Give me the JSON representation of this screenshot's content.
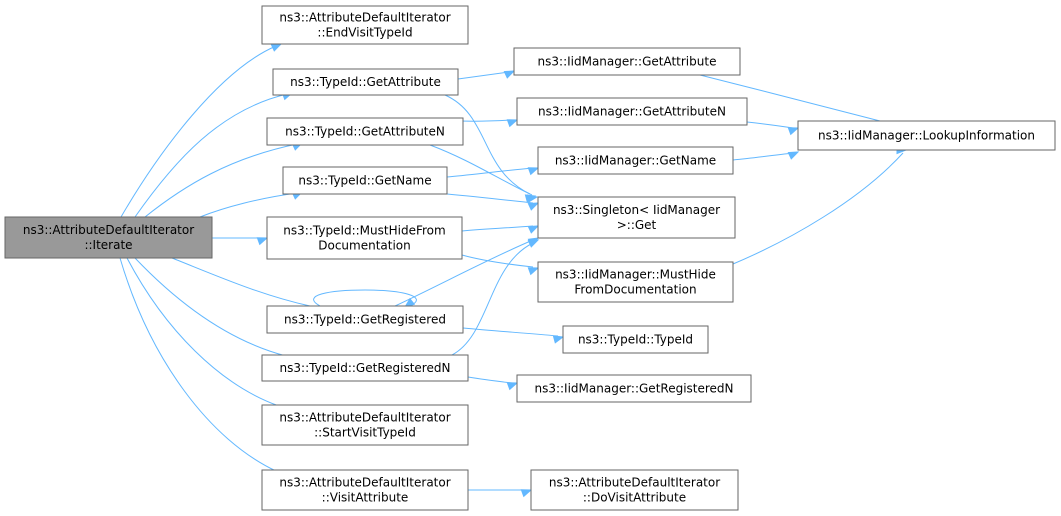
{
  "graph": {
    "nodes": [
      {
        "id": "root",
        "lines": [
          "ns3::AttributeDefaultIterator",
          "::Iterate"
        ],
        "root": true
      },
      {
        "id": "endVisitTypeId",
        "lines": [
          "ns3::AttributeDefaultIterator",
          "::EndVisitTypeId"
        ]
      },
      {
        "id": "getAttribute",
        "lines": [
          "ns3::TypeId::GetAttribute"
        ]
      },
      {
        "id": "getAttributeN",
        "lines": [
          "ns3::TypeId::GetAttributeN"
        ]
      },
      {
        "id": "getName",
        "lines": [
          "ns3::TypeId::GetName"
        ]
      },
      {
        "id": "mustHide",
        "lines": [
          "ns3::TypeId::MustHideFrom",
          "Documentation"
        ]
      },
      {
        "id": "getRegistered",
        "lines": [
          "ns3::TypeId::GetRegistered"
        ]
      },
      {
        "id": "getRegisteredN",
        "lines": [
          "ns3::TypeId::GetRegisteredN"
        ]
      },
      {
        "id": "startVisitTypeId",
        "lines": [
          "ns3::AttributeDefaultIterator",
          "::StartVisitTypeId"
        ]
      },
      {
        "id": "visitAttribute",
        "lines": [
          "ns3::AttributeDefaultIterator",
          "::VisitAttribute"
        ]
      },
      {
        "id": "iidGetAttribute",
        "lines": [
          "ns3::IidManager::GetAttribute"
        ]
      },
      {
        "id": "iidGetAttributeN",
        "lines": [
          "ns3::IidManager::GetAttributeN"
        ]
      },
      {
        "id": "iidGetName",
        "lines": [
          "ns3::IidManager::GetName"
        ]
      },
      {
        "id": "singletonGet",
        "lines": [
          "ns3::Singleton< IidManager",
          ">::Get"
        ]
      },
      {
        "id": "iidMustHide",
        "lines": [
          "ns3::IidManager::MustHide",
          "FromDocumentation"
        ]
      },
      {
        "id": "typeIdCtor",
        "lines": [
          "ns3::TypeId::TypeId"
        ]
      },
      {
        "id": "iidGetRegisteredN",
        "lines": [
          "ns3::IidManager::GetRegisteredN"
        ]
      },
      {
        "id": "doVisitAttribute",
        "lines": [
          "ns3::AttributeDefaultIterator",
          "::DoVisitAttribute"
        ]
      },
      {
        "id": "lookupInformation",
        "lines": [
          "ns3::IidManager::LookupInformation"
        ]
      }
    ],
    "edges": [
      [
        "root",
        "endVisitTypeId"
      ],
      [
        "root",
        "getAttribute"
      ],
      [
        "root",
        "getAttributeN"
      ],
      [
        "root",
        "getName"
      ],
      [
        "root",
        "mustHide"
      ],
      [
        "root",
        "getRegistered"
      ],
      [
        "root",
        "getRegisteredN"
      ],
      [
        "root",
        "startVisitTypeId"
      ],
      [
        "root",
        "visitAttribute"
      ],
      [
        "getAttribute",
        "iidGetAttribute"
      ],
      [
        "getAttribute",
        "singletonGet"
      ],
      [
        "getAttributeN",
        "iidGetAttributeN"
      ],
      [
        "getAttributeN",
        "singletonGet"
      ],
      [
        "getName",
        "iidGetName"
      ],
      [
        "getName",
        "singletonGet"
      ],
      [
        "mustHide",
        "singletonGet"
      ],
      [
        "mustHide",
        "iidMustHide"
      ],
      [
        "getRegistered",
        "getRegistered"
      ],
      [
        "getRegistered",
        "singletonGet"
      ],
      [
        "getRegistered",
        "typeIdCtor"
      ],
      [
        "getRegisteredN",
        "singletonGet"
      ],
      [
        "getRegisteredN",
        "iidGetRegisteredN"
      ],
      [
        "visitAttribute",
        "doVisitAttribute"
      ],
      [
        "iidGetAttribute",
        "lookupInformation"
      ],
      [
        "iidGetAttributeN",
        "lookupInformation"
      ],
      [
        "iidGetName",
        "lookupInformation"
      ],
      [
        "iidMustHide",
        "lookupInformation"
      ]
    ],
    "colors": {
      "edge": "#63b8ff",
      "node_border": "#666666",
      "root_fill": "#999999",
      "node_fill": "#ffffff"
    }
  }
}
